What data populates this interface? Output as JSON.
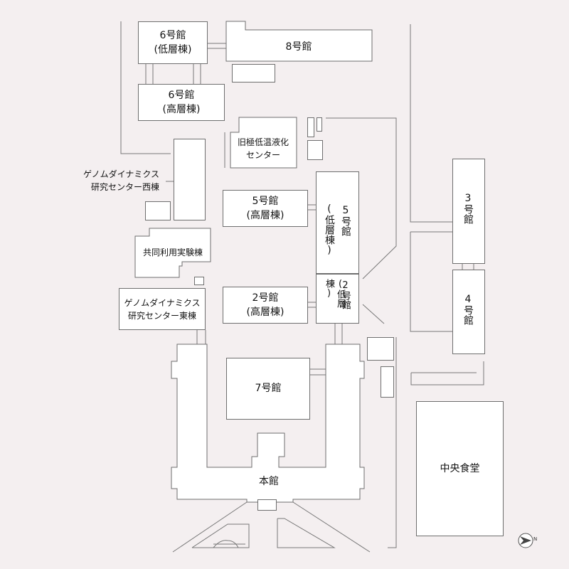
{
  "buildings": {
    "b6_low": "6号館\n(低層棟)",
    "b8": "8号館",
    "b6_high": "6号館\n(高層棟)",
    "cryo": "旧極低温液化\nセンター",
    "genome_west": "ゲノムダイナミクス\n研究センター西棟",
    "b5_high": "5号館\n(高層棟)",
    "b5_low_mark": "(低層棟)",
    "b5_low_name": "5号館",
    "b3": "3号館",
    "b4": "4号館",
    "kyodo": "共同利用実験棟",
    "genome_east": "ゲノムダイナミクス\n研究センター東棟",
    "b2_high": "2号館\n(高層棟)",
    "b2_low_mark": "(低層棟)",
    "b2_low_name": "2号館",
    "b7": "7号館",
    "cafeteria": "中央食堂",
    "honkan": "本館"
  },
  "compass": {
    "mark": "N"
  },
  "colors": {
    "background": "#f4eff0",
    "building_fill": "#ffffff",
    "outline": "#6e6e6e"
  }
}
